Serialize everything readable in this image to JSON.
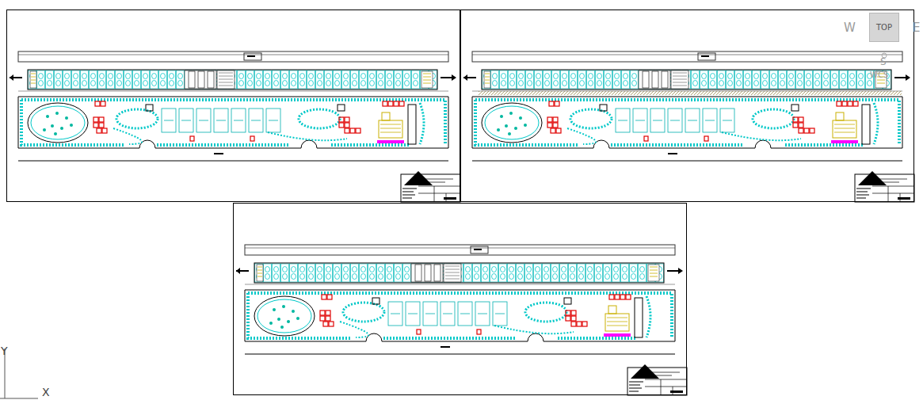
{
  "diagram": {
    "nodes": [
      {
        "text": [
          "TOP"
        ]
      }
    ],
    "labels": [
      "W",
      "E",
      "S",
      "WCS",
      "Y",
      "X"
    ]
  }
}
